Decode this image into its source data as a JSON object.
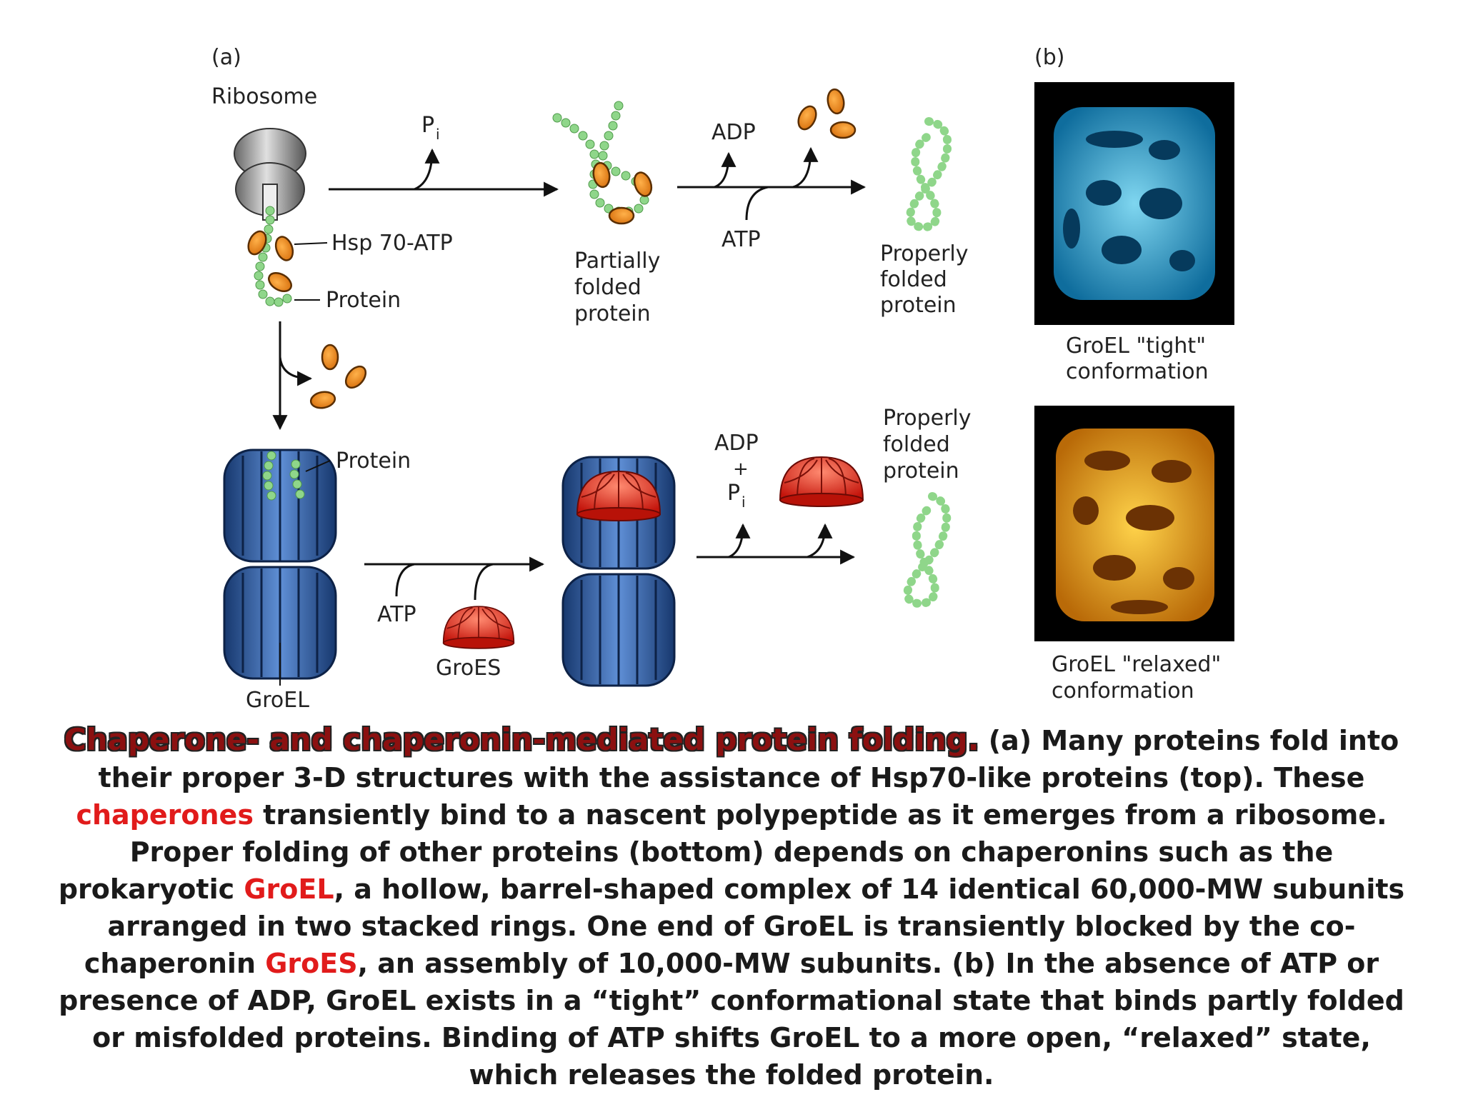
{
  "panel_a": {
    "panel_label": "(a)",
    "ribosome": "Ribosome",
    "hsp70": "Hsp 70-ATP",
    "protein_top": "Protein",
    "pi_top": "P",
    "pi_sub": "i",
    "partially_1": "Partially",
    "partially_2": "folded",
    "partially_3": "protein",
    "adp_top": "ADP",
    "atp_top": "ATP",
    "proper_top_1": "Properly",
    "proper_top_2": "folded",
    "proper_top_3": "protein",
    "protein_mid": "Protein",
    "atp_bottom": "ATP",
    "groes": "GroES",
    "groel": "GroEL",
    "adp_bottom": "ADP",
    "plus": "+",
    "pi_bottom": "P",
    "pi_bottom_sub": "i",
    "proper_bot_1": "Properly",
    "proper_bot_2": "folded",
    "proper_bot_3": "protein"
  },
  "panel_b": {
    "panel_label": "(b)",
    "tight_1": "GroEL \"tight\"",
    "tight_2": "conformation",
    "relaxed_1": "GroEL \"relaxed\"",
    "relaxed_2": "conformation"
  },
  "caption": {
    "title": "Chaperone- and chaperonin-mediated protein folding.",
    "t1": " (a) Many proteins fold into their proper 3-D structures with the assistance of Hsp70-like proteins (top). These ",
    "h1": "chaperones",
    "t2": " transiently bind to a nascent polypeptide as it emerges from a ribosome. Proper folding of other proteins (bottom) depends on chaperonins such as the prokaryotic ",
    "h2": "GroEL",
    "t3": ", a hollow, barrel-shaped complex of 14 identical 60,000-MW subunits arranged in two stacked rings. One end of GroEL is transiently blocked by the co-chaperonin ",
    "h3": "GroES",
    "t4": ", an assembly of 10,000-MW subunits. (b) In the absence of ATP or presence of ADP, GroEL exists in a “tight” conformational state that binds partly folded or misfolded proteins. Binding of ATP shifts GroEL to a more open, “relaxed” state, which releases the folded protein."
  },
  "colors": {
    "chaperone_orange": "#e8891c",
    "protein_green": "#8fd68a",
    "groel_blue": "#2e5fa8",
    "groes_red": "#e8261a",
    "tight_map": "#1c9fc9",
    "relaxed_map": "#d9a012"
  }
}
